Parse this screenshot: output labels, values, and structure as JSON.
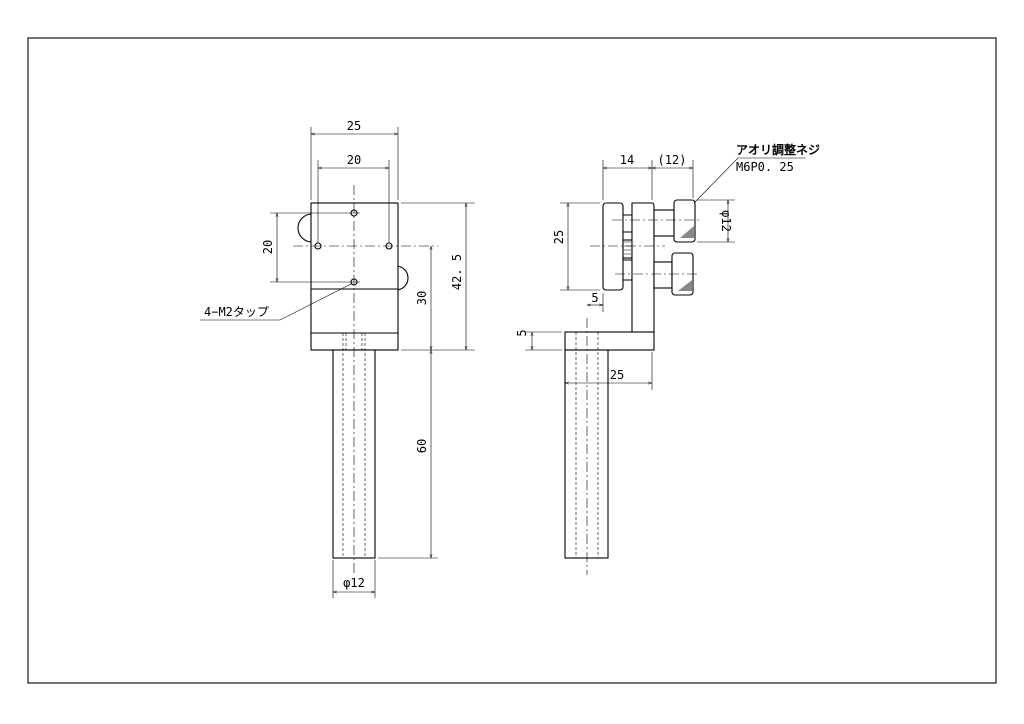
{
  "drawing": {
    "front_view": {
      "dim_width_outer": "25",
      "dim_hole_pitch_h": "20",
      "dim_hole_pitch_v": "20",
      "dim_center_height": "30",
      "dim_total_height": "42. 5",
      "dim_rod_length": "60",
      "dim_rod_dia": "φ12",
      "note_tap": "4−M2タップ"
    },
    "side_view": {
      "dim_depth": "14",
      "dim_knob_ref": "(12)",
      "dim_plate_height": "25",
      "dim_offset": "5",
      "dim_base_thickness": "5",
      "dim_base_length": "25",
      "dim_knob_dia": "φ12",
      "note_screw_title": "アオリ調整ネジ",
      "note_screw_spec": "M6P0. 25"
    }
  }
}
